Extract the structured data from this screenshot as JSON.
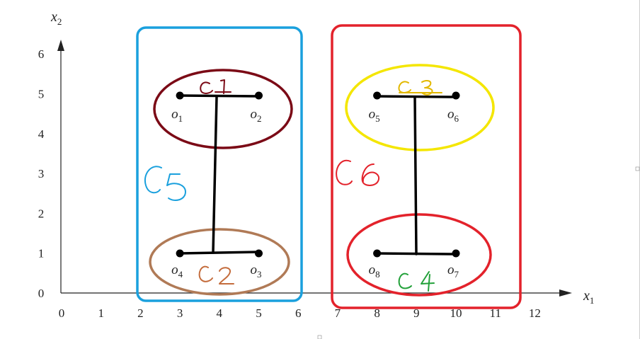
{
  "axes": {
    "x_label_main": "x",
    "x_label_sub": "1",
    "y_label_main": "x",
    "y_label_sub": "2",
    "x_ticks": [
      "0",
      "1",
      "2",
      "3",
      "4",
      "5",
      "6",
      "7",
      "8",
      "9",
      "10",
      "11",
      "12"
    ],
    "y_ticks": [
      "0",
      "1",
      "2",
      "3",
      "4",
      "5",
      "6"
    ]
  },
  "points": [
    {
      "id": "o1",
      "main": "o",
      "sub": "1",
      "x": 3,
      "y": 5
    },
    {
      "id": "o2",
      "main": "o",
      "sub": "2",
      "x": 5,
      "y": 5
    },
    {
      "id": "o3",
      "main": "o",
      "sub": "3",
      "x": 5,
      "y": 1
    },
    {
      "id": "o4",
      "main": "o",
      "sub": "4",
      "x": 3,
      "y": 1
    },
    {
      "id": "o5",
      "main": "o",
      "sub": "5",
      "x": 8,
      "y": 5
    },
    {
      "id": "o6",
      "main": "o",
      "sub": "6",
      "x": 10,
      "y": 5
    },
    {
      "id": "o7",
      "main": "o",
      "sub": "7",
      "x": 10,
      "y": 1
    },
    {
      "id": "o8",
      "main": "o",
      "sub": "8",
      "x": 8,
      "y": 1
    }
  ],
  "clusters": [
    {
      "label": "C1",
      "color": "#7b0a16",
      "shape": "ellipse"
    },
    {
      "label": "C2",
      "color": "#b07a56",
      "shape": "ellipse"
    },
    {
      "label": "C3",
      "color": "#f2d400",
      "shape": "ellipse"
    },
    {
      "label": "C4",
      "color": "#2aa12a",
      "shape": "ellipse"
    },
    {
      "label": "C5",
      "color": "#1aa0dd",
      "shape": "rectangle"
    },
    {
      "label": "C6",
      "color": "#e3222b",
      "shape": "rectangle"
    }
  ],
  "colors": {
    "axis": "#222222",
    "dendrogram": "#000000",
    "c1": "#7b0a16",
    "c2": "#b07a56",
    "c3_stroke": "#f4e600",
    "c3_text": "#e2b800",
    "c4_stroke": "#e3222b",
    "c4_text": "#23a13a",
    "c5": "#1aa0dd",
    "c6": "#e3222b"
  }
}
